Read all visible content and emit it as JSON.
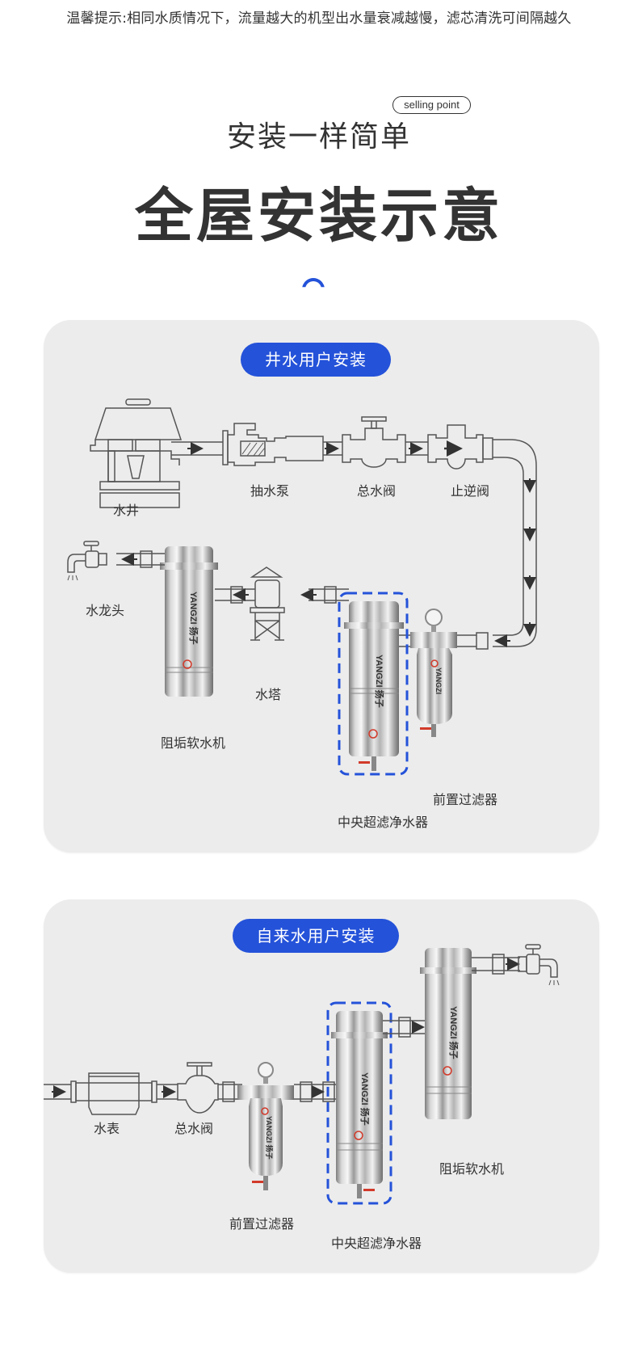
{
  "notice": "温馨提示:相同水质情况下，流量越大的机型出水量衰减越慢，滤芯清洗可间隔越久",
  "header": {
    "subtitle": "安装一样简单",
    "badge": "selling point",
    "title": "全屋安装示意",
    "decoration": "arc-icon"
  },
  "colors": {
    "accent": "#2452d9",
    "card_bg": "#ececec",
    "text": "#333333",
    "line": "#555555",
    "valve_red": "#d23a2a"
  },
  "well_water": {
    "heading": "井水用户安装",
    "labels": {
      "well": "水井",
      "pump": "抽水泵",
      "main_valve": "总水阀",
      "check_valve": "止逆阀",
      "faucet": "水龙头",
      "softener": "阻垢软水机",
      "water_tower": "水塔",
      "central_purifier": "中央超滤净水器",
      "pre_filter": "前置过滤器"
    },
    "brand": "YANGZI 扬子"
  },
  "tap_water": {
    "heading": "自来水用户安装",
    "labels": {
      "meter": "水表",
      "main_valve": "总水阀",
      "pre_filter": "前置过滤器",
      "central_purifier": "中央超滤净水器",
      "softener": "阻垢软水机"
    },
    "brand": "YANGZI 扬子"
  }
}
